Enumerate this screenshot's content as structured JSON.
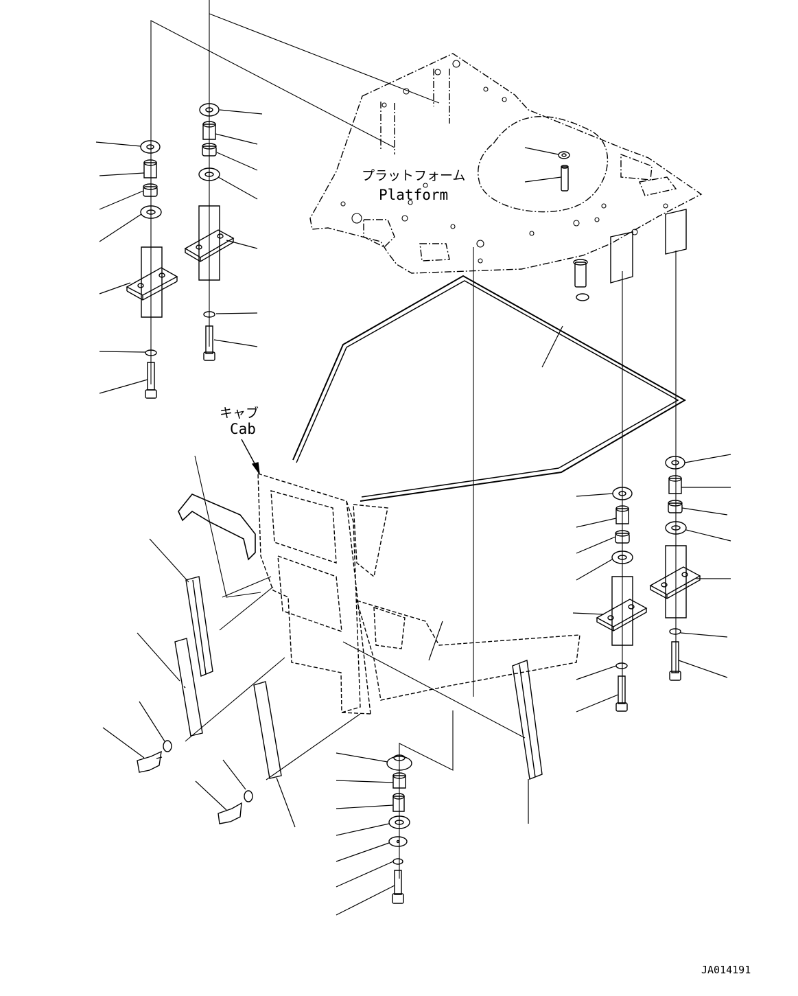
{
  "labels": {
    "platform_jp": "プラットフォーム",
    "platform_en": "Platform",
    "cab_jp": "キャブ",
    "cab_en": "Cab",
    "drawing_id": "JA014191"
  }
}
